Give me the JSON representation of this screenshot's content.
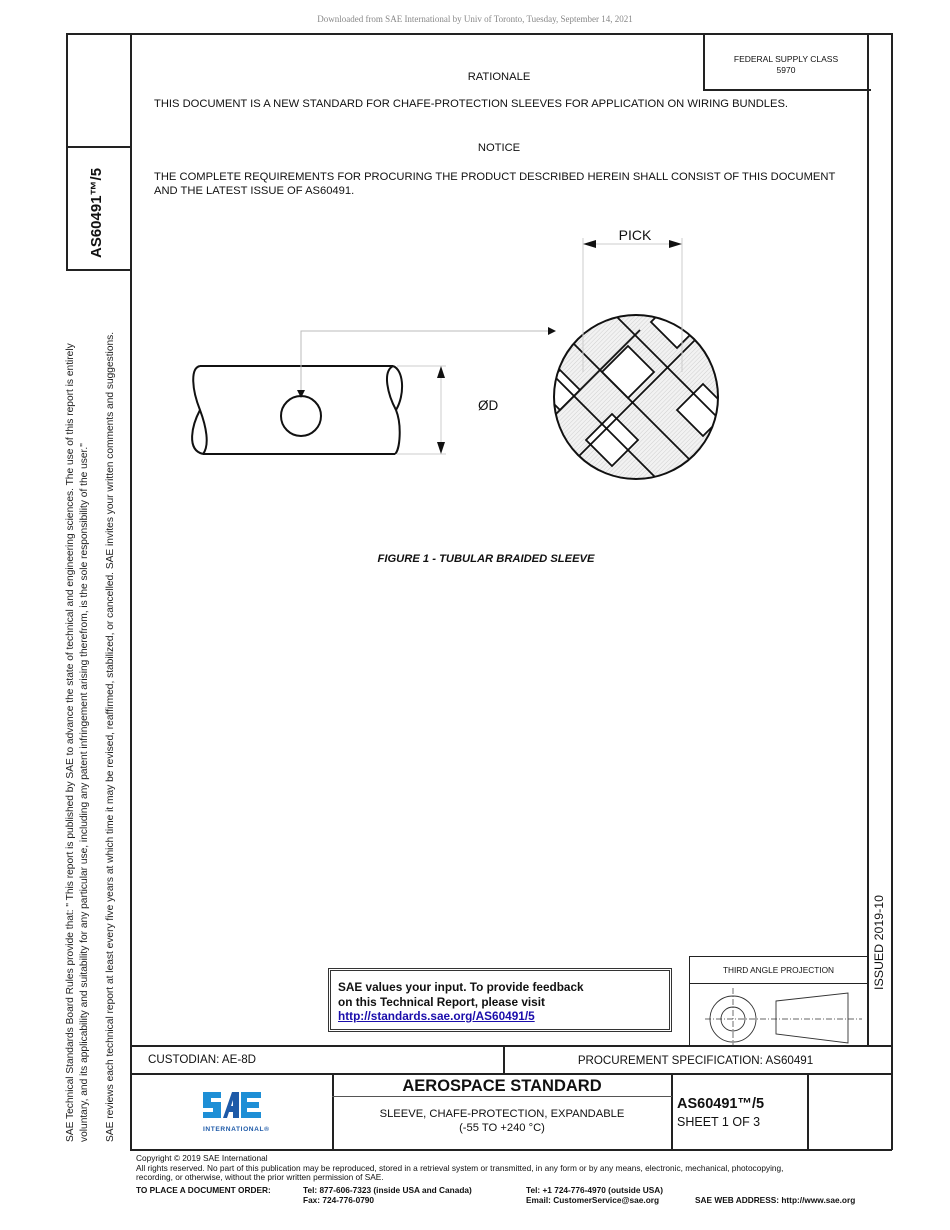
{
  "download_banner": "Downloaded from SAE International by Univ of Toronto, Tuesday, September 14, 2021",
  "sidebar": {
    "document_id": "AS60491™/5",
    "legal_lines": [
      "SAE Technical Standards Board Rules provide that: \"  This report is published by SAE to advance the state of technical and engineering sciences. The use of this report is entirely",
      "voluntary, and its applicability and suitability for any particular use, including any patent infringement arising therefrom, is the sole responsibility of the user.\"",
      "SAE reviews each technical report at least every five years at which time it may be revised, reaffirmed, stabilized, or cancelled. SAE invites your written comments and suggestions."
    ]
  },
  "header": {
    "federal_supply_class_label": "FEDERAL SUPPLY CLASS",
    "federal_supply_class_value": "5970"
  },
  "content": {
    "rationale_heading": "RATIONALE",
    "rationale_text": "THIS DOCUMENT IS A NEW STANDARD FOR CHAFE-PROTECTION SLEEVES FOR APPLICATION ON WIRING BUNDLES.",
    "notice_heading": "NOTICE",
    "notice_text": "THE COMPLETE REQUIREMENTS FOR PROCURING THE PRODUCT DESCRIBED HEREIN SHALL CONSIST OF THIS DOCUMENT AND THE LATEST ISSUE OF AS60491."
  },
  "figure": {
    "pick_label": "PICK",
    "diameter_label": "ØD",
    "caption": "FIGURE 1 - TUBULAR BRAIDED SLEEVE"
  },
  "right_strip": {
    "issued": "ISSUED 2019-10"
  },
  "feedback": {
    "line1": "SAE values your input. To provide feedback",
    "line2": "on this Technical Report, please visit",
    "link": "http://standards.sae.org/AS60491/5"
  },
  "projection": {
    "title": "THIRD ANGLE PROJECTION"
  },
  "title_block": {
    "custodian": "CUSTODIAN: AE-8D",
    "procurement_spec": "PROCUREMENT SPECIFICATION: AS60491",
    "logo_letters": "SAE",
    "logo_sub": "INTERNATIONAL®",
    "standard_type": "AEROSPACE STANDARD",
    "description_line1": "SLEEVE, CHAFE-PROTECTION, EXPANDABLE",
    "description_line2": "(-55 TO +240 °C)",
    "document_number": "AS60491™/5",
    "sheet": "SHEET 1 OF 3"
  },
  "footer": {
    "copyright": "Copyright © 2019 SAE International",
    "rights_line1": "All rights reserved. No part of this publication may be reproduced, stored in a retrieval system or transmitted, in any form or by any means, electronic, mechanical, photocopying,",
    "rights_line2": "recording, or otherwise, without the prior written permission of SAE.",
    "order_label": "TO PLACE A DOCUMENT ORDER:",
    "tel_domestic": "Tel: 877-606-7323 (inside USA and Canada)",
    "fax": "Fax: 724-776-0790",
    "tel_intl": "Tel: +1 724-776-4970 (outside USA)",
    "email": "Email: CustomerService@sae.org",
    "web": "SAE WEB ADDRESS: http://www.sae.org"
  },
  "colors": {
    "logo_light_blue": "#1e8fd6",
    "logo_dark_blue": "#1e5aa8",
    "link_blue": "#1a0dab"
  }
}
